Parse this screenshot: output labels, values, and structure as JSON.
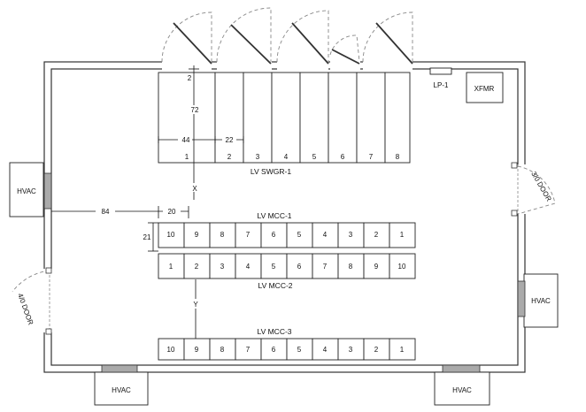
{
  "lv_swgr": {
    "name": "LV SWGR-1",
    "sections": [
      "1",
      "2",
      "3",
      "4",
      "5",
      "6",
      "7",
      "8"
    ]
  },
  "lv_mcc1": {
    "name": "LV MCC-1",
    "sections": [
      "10",
      "9",
      "8",
      "7",
      "6",
      "5",
      "4",
      "3",
      "2",
      "1"
    ]
  },
  "lv_mcc2": {
    "name": "LV MCC-2",
    "sections": [
      "1",
      "2",
      "3",
      "4",
      "5",
      "6",
      "7",
      "8",
      "9",
      "10"
    ]
  },
  "lv_mcc3": {
    "name": "LV MCC-3",
    "sections": [
      "10",
      "9",
      "8",
      "7",
      "6",
      "5",
      "4",
      "3",
      "2",
      "1"
    ]
  },
  "dims": {
    "clear_top": "2",
    "depth": "72",
    "width_1": "44",
    "width_2": "22",
    "aisle_left": "84",
    "mcc_gap": "20",
    "mcc_depth": "21",
    "aisle_x": "X",
    "aisle_y": "Y"
  },
  "equipment": {
    "lp": "LP-1",
    "xfmr": "XFMR"
  },
  "hvac": {
    "left": "HVAC",
    "right": "HVAC",
    "bottom_left": "HVAC",
    "bottom_right": "HVAC"
  },
  "doors": {
    "right": "3/0 DOOR",
    "left": "4/0 DOOR"
  }
}
